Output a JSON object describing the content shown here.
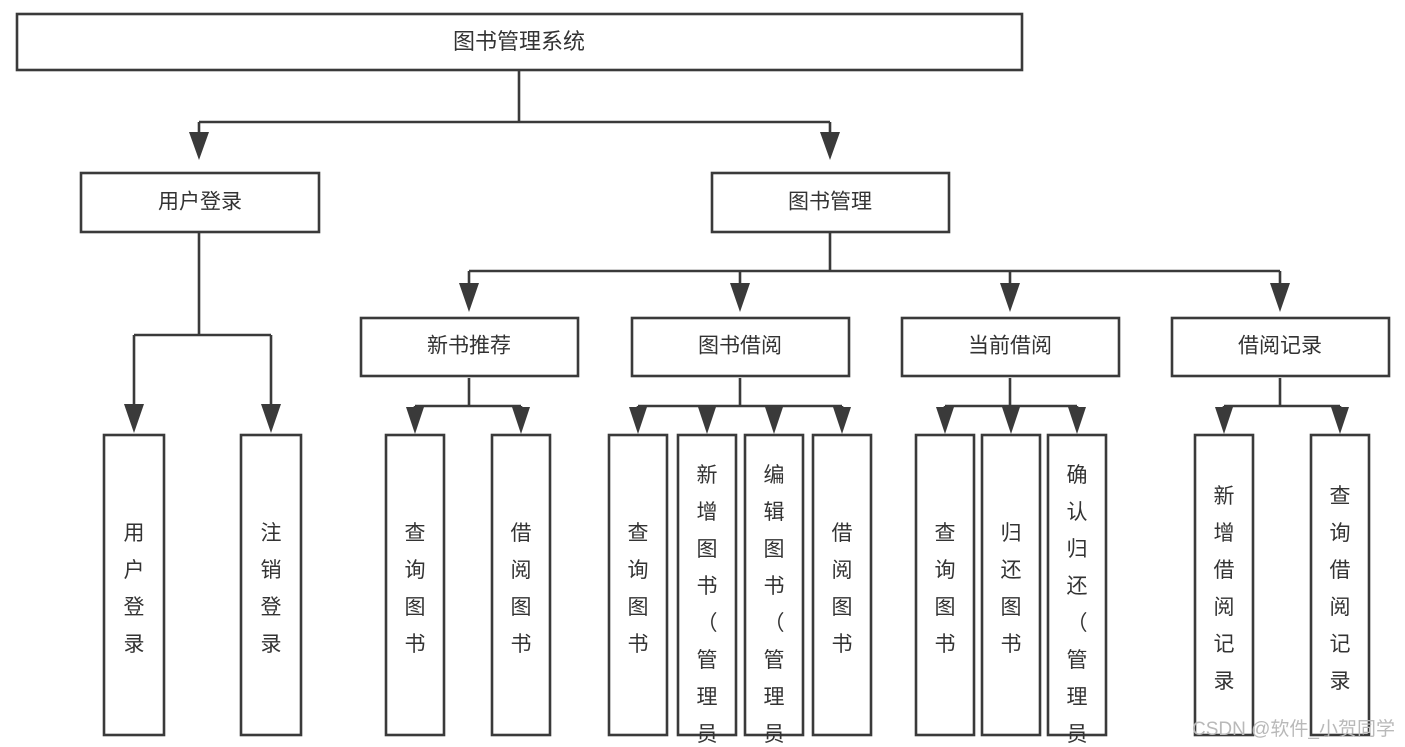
{
  "diagram": {
    "type": "tree-hierarchy",
    "title": "图书管理系统",
    "root": {
      "id": "root",
      "label": "图书管理系统",
      "level": 0
    },
    "level1": [
      {
        "id": "user-login",
        "label": "用户登录"
      },
      {
        "id": "book-management",
        "label": "图书管理"
      }
    ],
    "level2": [
      {
        "id": "new-book-recommend",
        "label": "新书推荐",
        "parent": "book-management"
      },
      {
        "id": "book-borrow",
        "label": "图书借阅",
        "parent": "book-management"
      },
      {
        "id": "current-borrow",
        "label": "当前借阅",
        "parent": "book-management"
      },
      {
        "id": "borrow-record",
        "label": "借阅记录",
        "parent": "book-management"
      }
    ],
    "leaves": {
      "user-login": [
        {
          "id": "leaf-user-login",
          "label": "用户登录"
        },
        {
          "id": "leaf-logout",
          "label": "注销登录"
        }
      ],
      "new-book-recommend": [
        {
          "id": "leaf-query-book-1",
          "label": "查询图书"
        },
        {
          "id": "leaf-borrow-book-1",
          "label": "借阅图书"
        }
      ],
      "book-borrow": [
        {
          "id": "leaf-query-book-2",
          "label": "查询图书"
        },
        {
          "id": "leaf-add-book",
          "label": "新增图书（管理员）"
        },
        {
          "id": "leaf-edit-book",
          "label": "编辑图书（管理员）"
        },
        {
          "id": "leaf-borrow-book-2",
          "label": "借阅图书"
        }
      ],
      "current-borrow": [
        {
          "id": "leaf-query-book-3",
          "label": "查询图书"
        },
        {
          "id": "leaf-return-book",
          "label": "归还图书"
        },
        {
          "id": "leaf-confirm-return",
          "label": "确认归还（管理员）"
        }
      ],
      "borrow-record": [
        {
          "id": "leaf-add-record",
          "label": "新增借阅记录"
        },
        {
          "id": "leaf-query-record",
          "label": "查询借阅记录"
        }
      ]
    }
  },
  "watermark": {
    "text": "CSDN @软件_小贺同学"
  },
  "colors": {
    "stroke": "#3a3a3a",
    "fill": "#ffffff",
    "text": "#333333",
    "watermark": "#b9b9b9"
  }
}
